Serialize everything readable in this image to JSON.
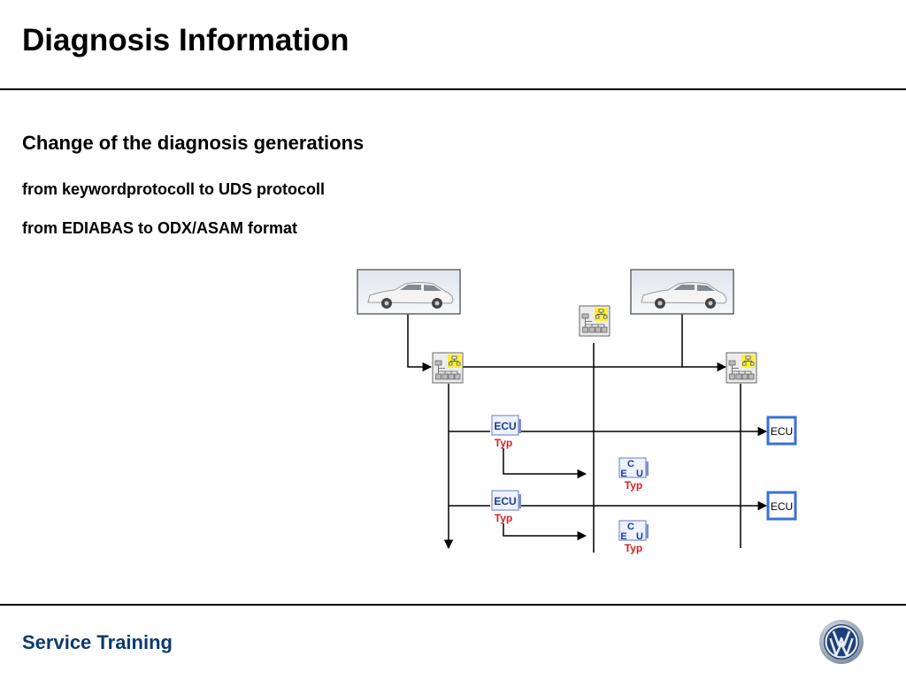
{
  "header": {
    "title": "Diagnosis Information"
  },
  "content": {
    "subtitle": "Change of the diagnosis generations",
    "bullets": [
      "from keywordprotocoll to UDS protocoll",
      "from EDIABAS to ODX/ASAM format"
    ]
  },
  "diagram": {
    "icons": [
      "car-photo-icon",
      "network-tree-icon",
      "ecu-type-icon",
      "ecu-box-icon"
    ],
    "ecu_type_word": "ECU",
    "ecu_type_sub": "Typ",
    "ecu_split_e": "E",
    "ecu_split_c": "C",
    "ecu_split_u": "U",
    "ecu_box_label": "ECU",
    "colors": {
      "ecu_border": "#3a6fd8",
      "type_text": "#d42020",
      "tree_yellow": "#ffee33"
    }
  },
  "footer": {
    "label": "Service Training"
  },
  "brand": {
    "logo": "vw-logo-icon",
    "color": "#0d3a6e"
  }
}
